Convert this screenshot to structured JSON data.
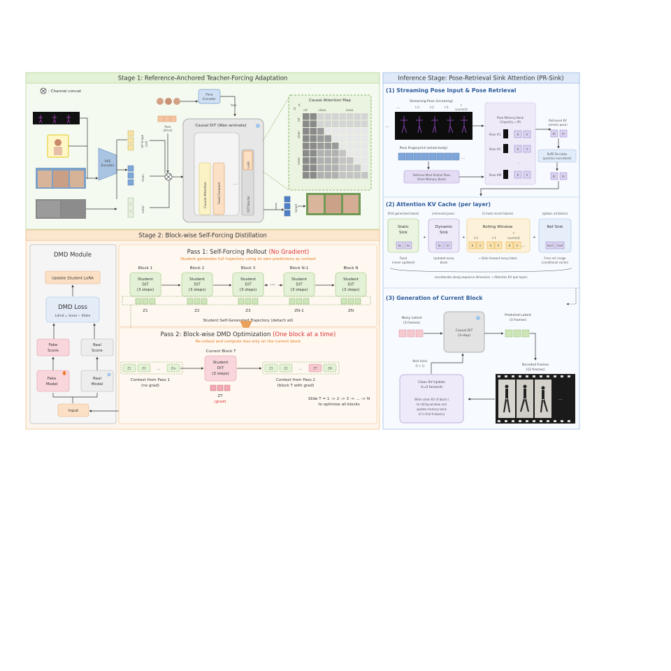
{
  "stage1": {
    "title": "Stage 1: Reference-Anchored Teacher-Forcing Adaptation",
    "concat_legend": ": Channel concat",
    "face_encoder": [
      "Face",
      "Encoder"
    ],
    "face": "face",
    "vae_encoder": [
      "VAE",
      "Encoder"
    ],
    "pose_drive": [
      "Pose",
      "(drive)"
    ],
    "ref_image": [
      "ref image",
      "(ref)"
    ],
    "clean": "clean",
    "noise": "noise",
    "causal_dit": "Causal DiT (Wan-animate)",
    "causal_attention": "Causal Attention",
    "feed_forward": "Feed Forward",
    "dit_blocks": "DiT blocks",
    "lora": "LoRA",
    "ellipsis": "...",
    "target": "target",
    "attention_map": {
      "title": "Causal Attention Map",
      "q": "Q",
      "k": "K",
      "col_labels": [
        "ref",
        "clean",
        "noise"
      ],
      "row_labels": [
        "ref",
        "clean",
        "noise"
      ]
    }
  },
  "stage2": {
    "title": "Stage 2: Block-wise Self-Forcing Distillation",
    "dmd": {
      "title": "DMD Module",
      "update": "Update Student LoRA",
      "loss_title": "DMD Loss",
      "loss_formula": "Ldmd = Sreal − Sfake",
      "fake_score": [
        "Fake",
        "Score"
      ],
      "real_score": [
        "Real",
        "Score"
      ],
      "fake_model": [
        "Fake",
        "Model"
      ],
      "real_model": [
        "Real",
        "Model"
      ],
      "input": "Input"
    },
    "pass1": {
      "title": "Pass 1: Self-Forcing Rollout",
      "title_red": "(No Gradient)",
      "subtitle": "Student generates full trajectory using its own predictions as context",
      "blocks": [
        {
          "name": "Block 1",
          "z": "Z1"
        },
        {
          "name": "Block 2",
          "z": "Z2"
        },
        {
          "name": "Block 3",
          "z": "Z3"
        },
        {
          "name": "Block N-1",
          "z": "ZN-1"
        },
        {
          "name": "Block N",
          "z": "ZN"
        }
      ],
      "student": [
        "Student",
        "DiT",
        "(3 steps)"
      ],
      "ellipsis": "...",
      "trajectory": "Student Self-Generated Trajectory (detach all)"
    },
    "pass2": {
      "title": "Pass 2: Block-wise DMD Optimization",
      "title_red": "(One block at a time)",
      "subtitle": "Re-rollout and compute loss only on the current block",
      "current_block": "Current Block T",
      "student": [
        "Student",
        "DiT",
        "(3 steps)"
      ],
      "ctx1_cells": [
        "Z1",
        "Z2",
        "...",
        "Zm"
      ],
      "ctx1_label": [
        "Context from Pass 1",
        "(no grad)"
      ],
      "ctx2_cells": [
        "Z1",
        "Z2",
        "...",
        "ZT",
        "ZN"
      ],
      "ctx2_label": [
        "Context from Pass 2",
        "(block T with grad)"
      ],
      "zt": "ZT",
      "grad": "(grad)",
      "slide": [
        "Slide T = 1 -> 2 -> 3 -> ... -> N",
        "to optimize all blocks"
      ]
    }
  },
  "inference": {
    "title": "Inference Stage: Pose-Retrieval Sink Attention (PR-Sink)",
    "sec1": {
      "title": "(1)  Streaming Pose Input & Pose Retrieval",
      "streaming": "Streaming Pose (Incoming)",
      "frame_labels": [
        "t-3",
        "t-2",
        "t-1",
        "t",
        "(current)"
      ],
      "dots": "...",
      "fingerprint": "Pose Fingerprint (whole-body)",
      "retrieve": [
        "Retrieve Most Similar Pose",
        "(from Memory Bank)"
      ],
      "memory_bank": [
        "Pose Memory Bank",
        "(Capacity = M)"
      ],
      "pose_entries": [
        "Pose #1",
        "Pose #2",
        "Pose #M"
      ],
      "k": "K",
      "v": "V",
      "retrieved": [
        "Retrieved KV",
        "(similar pose)"
      ],
      "kr": "Kr",
      "vr": "Vr",
      "rope": [
        "RoPE Re-index",
        "(position-consistent)"
      ]
    },
    "sec2": {
      "title": "(2)  Attention KV Cache (per layer)",
      "static": {
        "top": "(first generated block)",
        "name": [
          "Static",
          "Sink"
        ],
        "k": "Ks",
        "v": "Vs",
        "note": [
          "Fixed",
          "(never updated)"
        ]
      },
      "dynamic": {
        "top": "(retrieved pose)",
        "name": [
          "Dynamic",
          "Sink"
        ],
        "k": "Kr",
        "v": "Vr",
        "note": [
          "Updated every",
          "block"
        ]
      },
      "rolling": {
        "top": "(3 most recent blocks)",
        "name": "Rolling Window",
        "labels": [
          "t-2",
          "t-1",
          "t",
          "(current)"
        ],
        "note": "→ Slide forward every block"
      },
      "ref": {
        "top": "(global, all blocks)",
        "name": "Ref Sink",
        "k": "Kref",
        "v": "Vref",
        "note": [
          "From ref. image",
          "(conditional cache)"
        ]
      },
      "plus": "+",
      "concat": "concatenate along sequence dimension → Attention KV (per layer)"
    },
    "sec3": {
      "title": "(3)  Generation of Current Block",
      "noisy": [
        "Noisy Latent",
        "(3 frames)"
      ],
      "causal": [
        "Causal DiT",
        "(3-step)"
      ],
      "predicted": [
        "Predicted Latent",
        "(3 frames)"
      ],
      "next": [
        "Next block",
        "(t + 1)"
      ],
      "update": [
        "Clean KV Update",
        "(t=0 forward)"
      ],
      "update_body": [
        "Write clean KV of block t",
        "to rolling window and",
        "update memory bank",
        "(if in first K blocks)"
      ],
      "decoded": [
        "Decoded Frames",
        "(12 frames)"
      ],
      "dots": "..."
    }
  },
  "colors": {
    "stage1_bg": "#eef7e6",
    "stage1_border": "#b7d99a",
    "stage2_bg": "#fdf2e6",
    "stage2_border": "#f0c08a",
    "infer_bg": "#eaf1fb",
    "infer_border": "#9ebfe6",
    "red": "#d33333",
    "orange": "#e07a1a",
    "section_blue": "#2f5d9a"
  }
}
